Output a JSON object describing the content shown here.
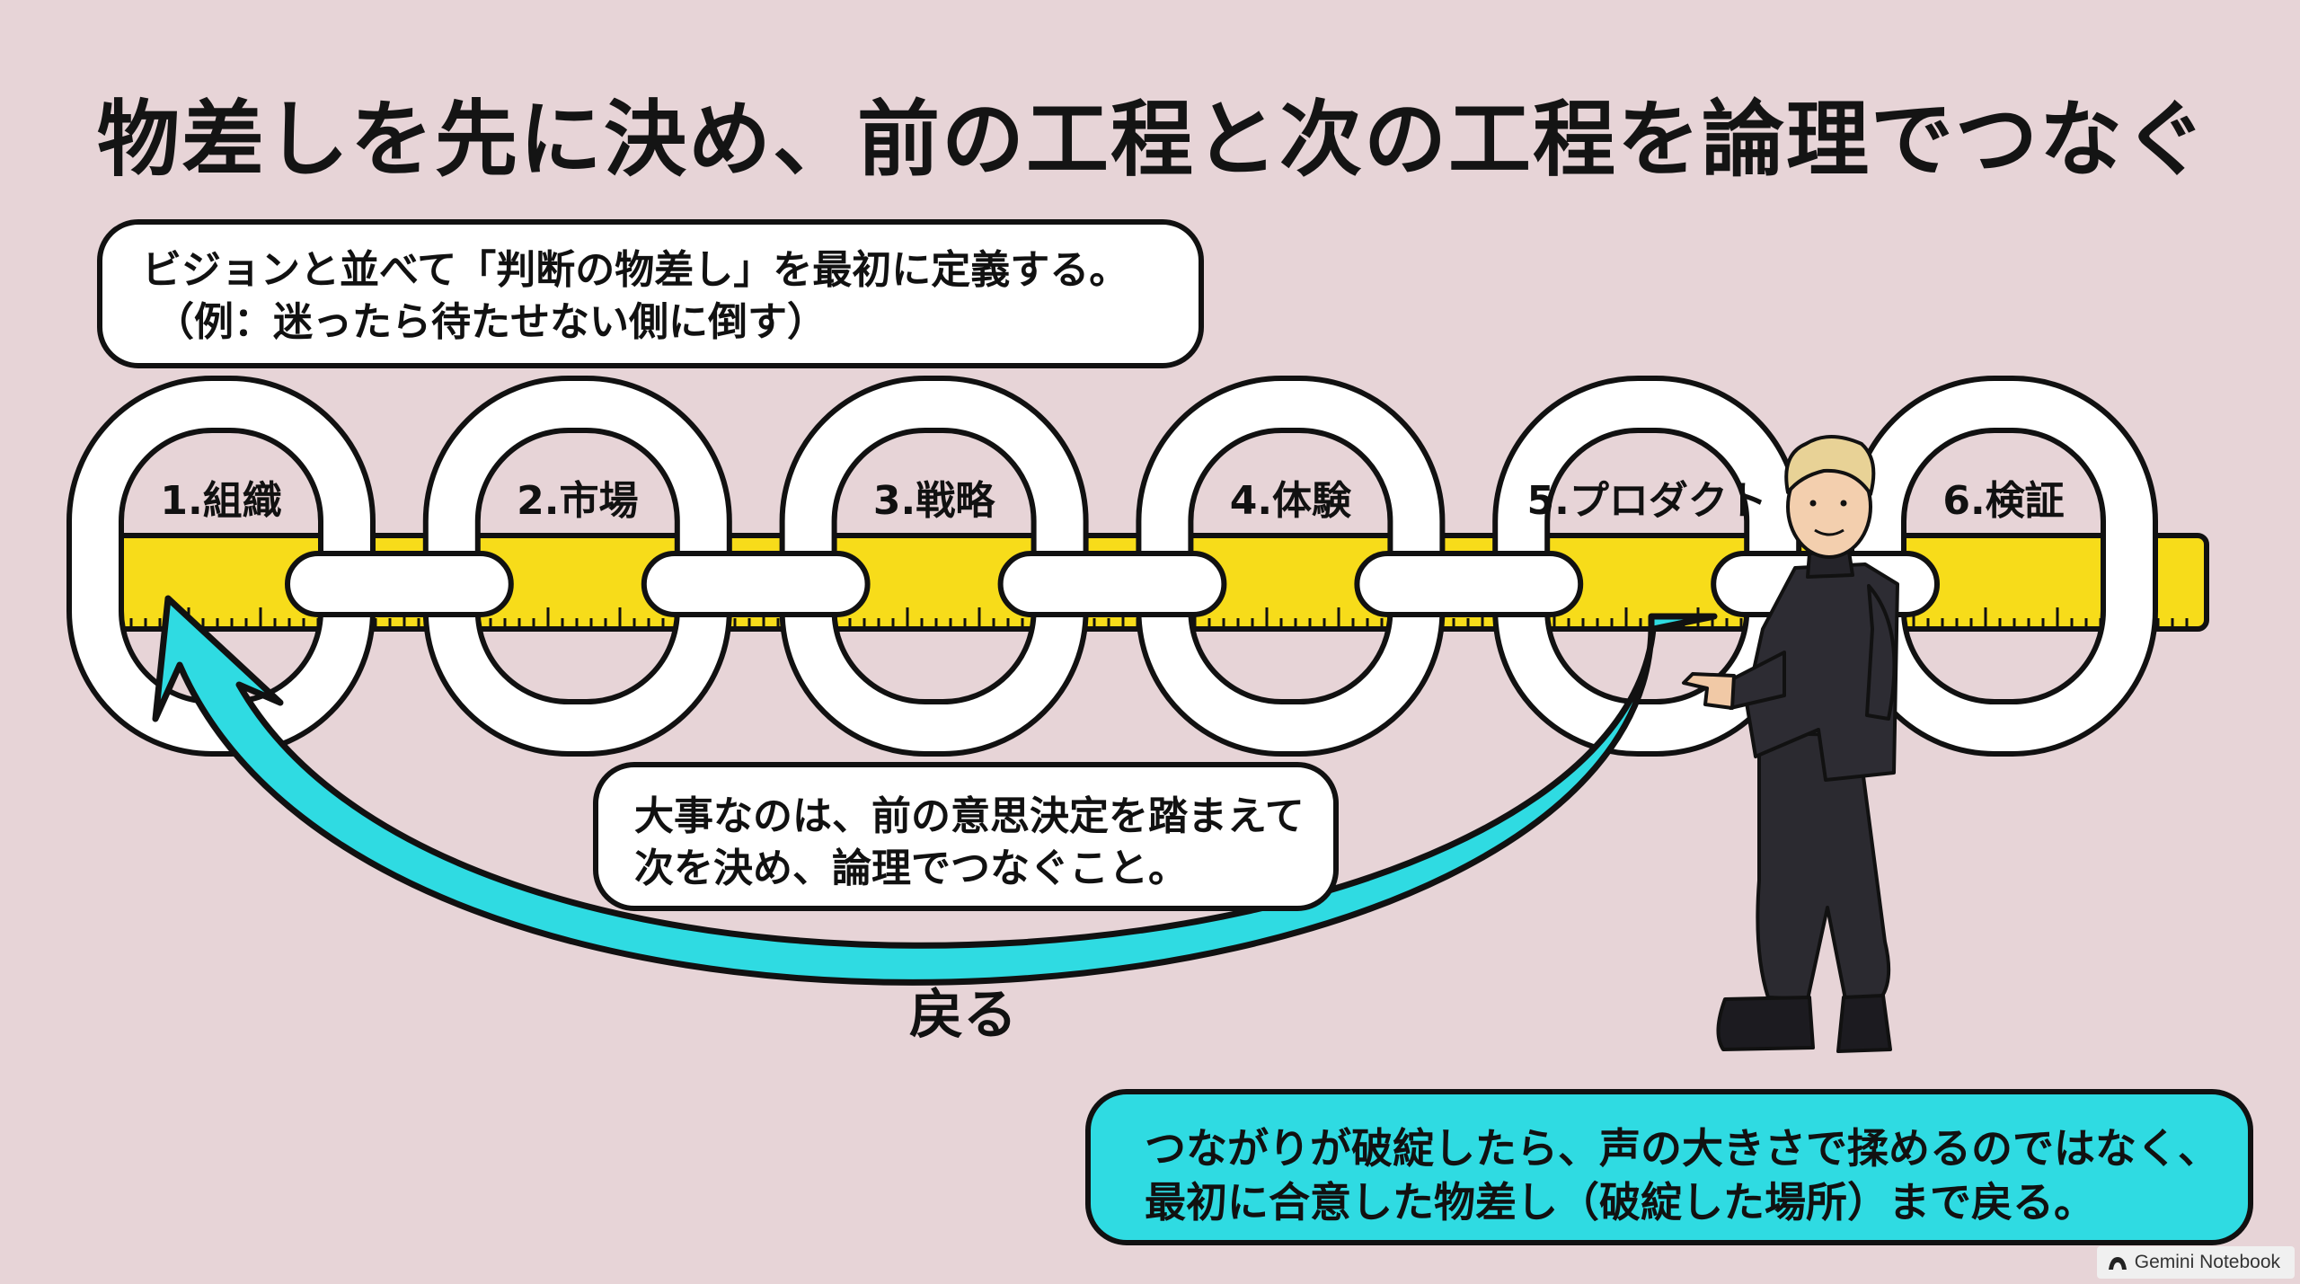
{
  "title": "物差しを先に決め、前の工程と次の工程を論理でつなぐ",
  "callout_top": {
    "line1": "ビジョンと並べて「判断の物差し」を最初に定義する。",
    "line2": "（例：迷ったら待たせない側に倒す）"
  },
  "chain": {
    "links": [
      {
        "label": "1.組織"
      },
      {
        "label": "2.市場"
      },
      {
        "label": "3.戦略"
      },
      {
        "label": "4.体験"
      },
      {
        "label": "5.プロダクト"
      },
      {
        "label": "6.検証"
      }
    ]
  },
  "callout_mid": {
    "line1": "大事なのは、前の意思決定を踏まえて",
    "line2": "次を決め、論理でつなぐこと。"
  },
  "arrow": {
    "label": "戻る"
  },
  "callout_bottom": {
    "line1": "つながりが破綻したら、声の大きさで揉めるのではなく、",
    "line2": "最初に合意した物差し（破綻した場所）まで戻る。"
  },
  "watermark": {
    "text": "Gemini Notebook"
  },
  "colors": {
    "background": "#e7d4d7",
    "ruler": "#f7dc1a",
    "arrow": "#2fdbe2",
    "outline": "#111111",
    "link_fill": "#ffffff"
  },
  "icons": [
    "ruler",
    "chain-link",
    "return-arrow",
    "presenter-figure",
    "gemini-logo-icon"
  ]
}
